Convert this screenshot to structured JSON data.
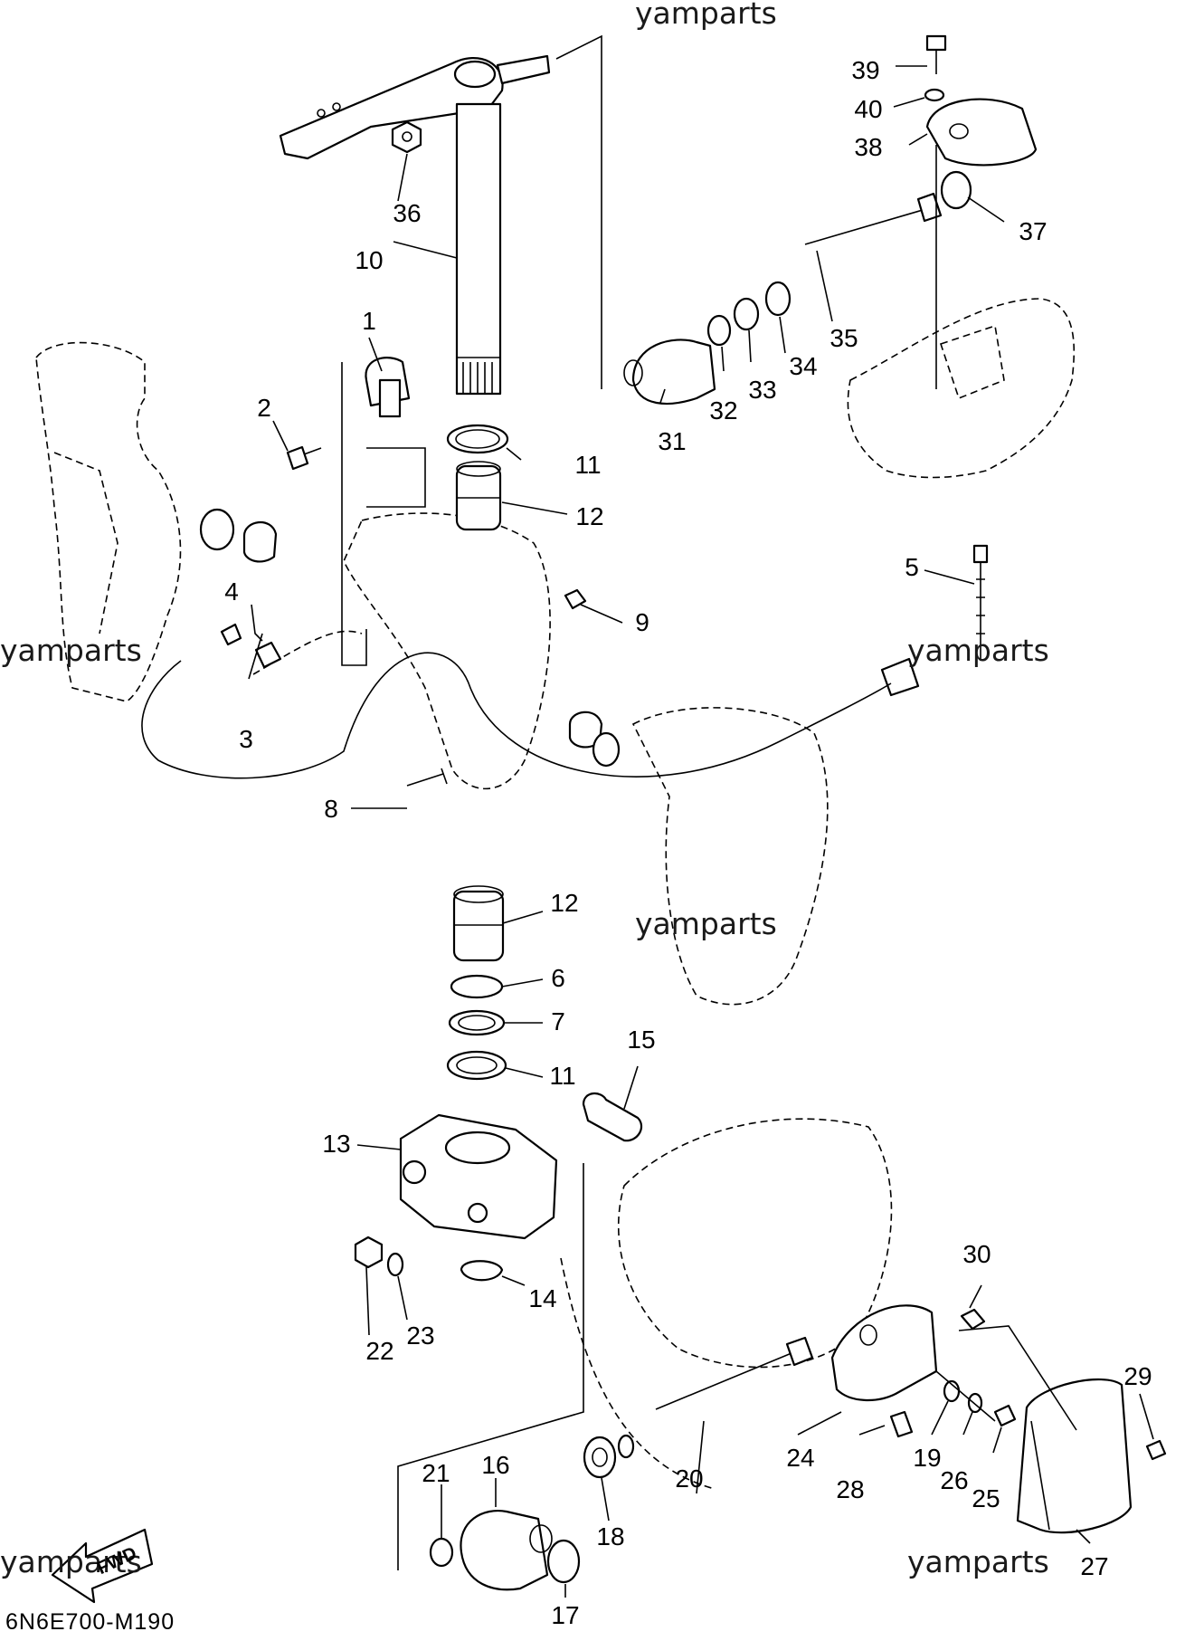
{
  "diagram_code": "6N6E700-M190",
  "watermark": "yamparts",
  "fwd_label": "FWD",
  "callouts": [
    "1",
    "2",
    "3",
    "4",
    "5",
    "6",
    "7",
    "8",
    "9",
    "10",
    "11",
    "11",
    "12",
    "12",
    "13",
    "14",
    "15",
    "16",
    "17",
    "18",
    "19",
    "20",
    "21",
    "22",
    "23",
    "24",
    "25",
    "26",
    "27",
    "28",
    "29",
    "30",
    "31",
    "32",
    "33",
    "34",
    "35",
    "36",
    "37",
    "38",
    "39",
    "40"
  ]
}
